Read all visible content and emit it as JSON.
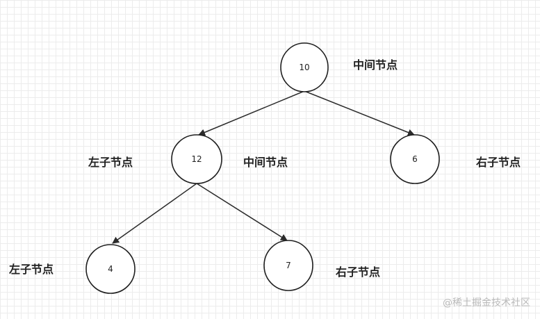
{
  "nodes": {
    "root": {
      "value": "10",
      "label": "中间节点"
    },
    "left": {
      "value": "12",
      "label": "中间节点",
      "side_label": "左子节点"
    },
    "right": {
      "value": "6",
      "label": "右子节点"
    },
    "left_left": {
      "value": "4",
      "label": "左子节点"
    },
    "left_right": {
      "value": "7",
      "label": "右子节点"
    }
  },
  "watermark": "@稀土掘金技术社区",
  "colors": {
    "stroke": "#1f1f1f",
    "grid": "#ececec",
    "label": "#222222"
  }
}
